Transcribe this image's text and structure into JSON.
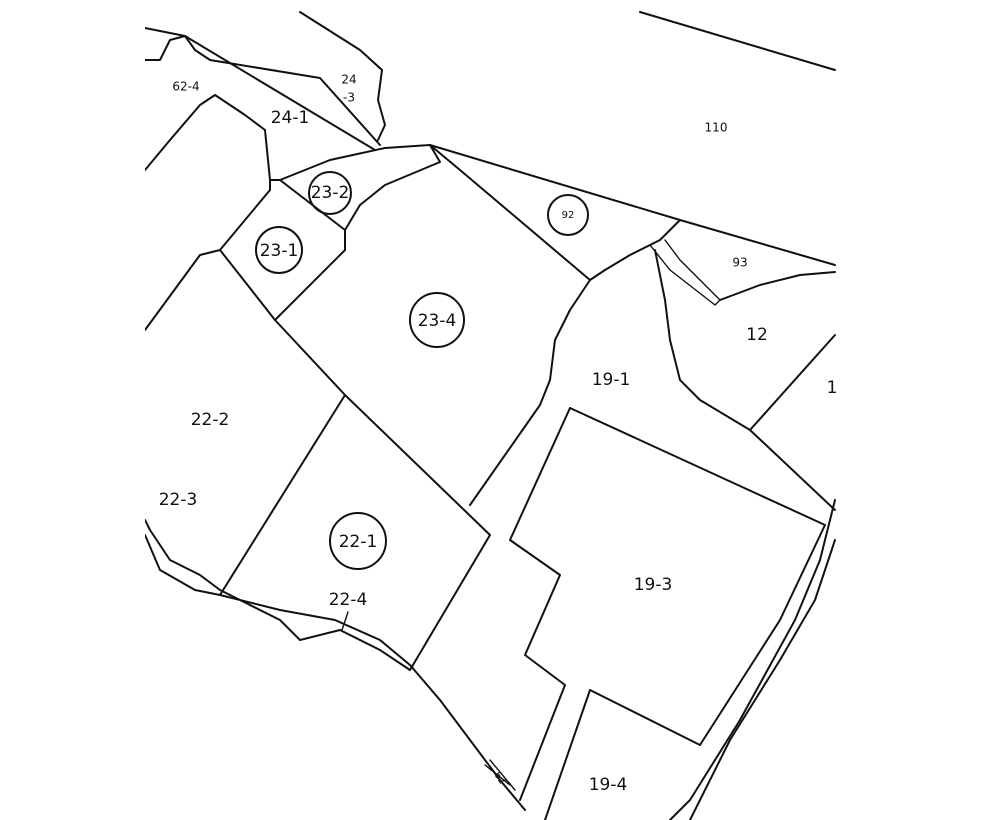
{
  "map": {
    "type": "cadastral-lot-map",
    "line_color": "#111111",
    "background": "#ffffff",
    "lots": [
      {
        "id": "62-4",
        "label": "62-4",
        "circled": false
      },
      {
        "id": "24-1",
        "label": "24-1",
        "circled": false
      },
      {
        "id": "24-3",
        "label": "24\n-3",
        "line1": "24",
        "line2": "-3",
        "circled": false
      },
      {
        "id": "110",
        "label": "110",
        "circled": false
      },
      {
        "id": "23-2",
        "label": "23-2",
        "circled": true
      },
      {
        "id": "92",
        "label": "92",
        "circled": true
      },
      {
        "id": "93",
        "label": "93",
        "circled": false
      },
      {
        "id": "23-1",
        "label": "23-1",
        "circled": true
      },
      {
        "id": "23-4",
        "label": "23-4",
        "circled": true
      },
      {
        "id": "12",
        "label": "12",
        "circled": false
      },
      {
        "id": "1",
        "label": "1",
        "circled": false
      },
      {
        "id": "19-1",
        "label": "19-1",
        "circled": false
      },
      {
        "id": "22-2",
        "label": "22-2",
        "circled": false
      },
      {
        "id": "22-3",
        "label": "22-3",
        "circled": false
      },
      {
        "id": "22-1",
        "label": "22-1",
        "circled": true
      },
      {
        "id": "22-4",
        "label": "22-4",
        "circled": false
      },
      {
        "id": "19-3",
        "label": "19-3",
        "circled": false
      },
      {
        "id": "19-4",
        "label": "19-4",
        "circled": false
      },
      {
        "id": "road-62",
        "label": "62",
        "circled": false
      }
    ]
  }
}
